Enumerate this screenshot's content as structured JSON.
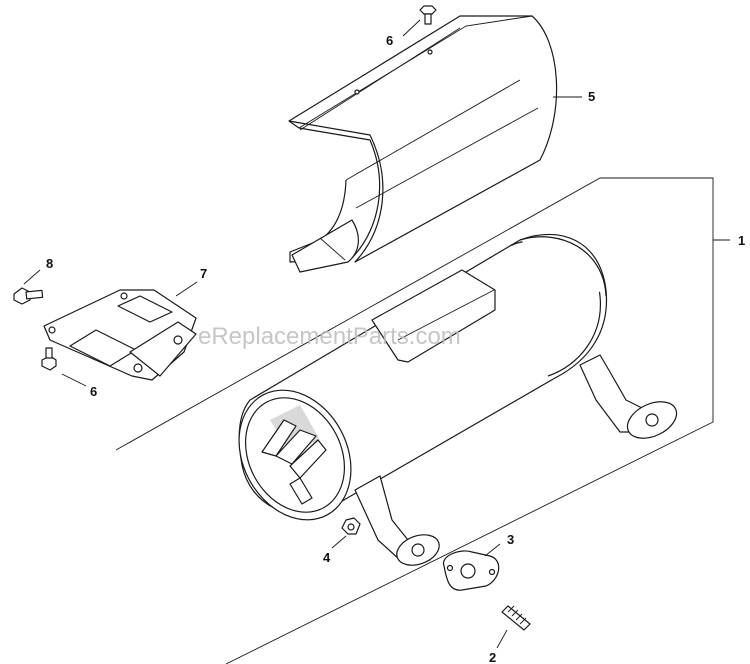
{
  "watermark": "eReplacementParts.com",
  "callouts": {
    "c1": "1",
    "c2": "2",
    "c3": "3",
    "c4": "4",
    "c5": "5",
    "c6a": "6",
    "c6b": "6",
    "c7": "7",
    "c8": "8"
  }
}
